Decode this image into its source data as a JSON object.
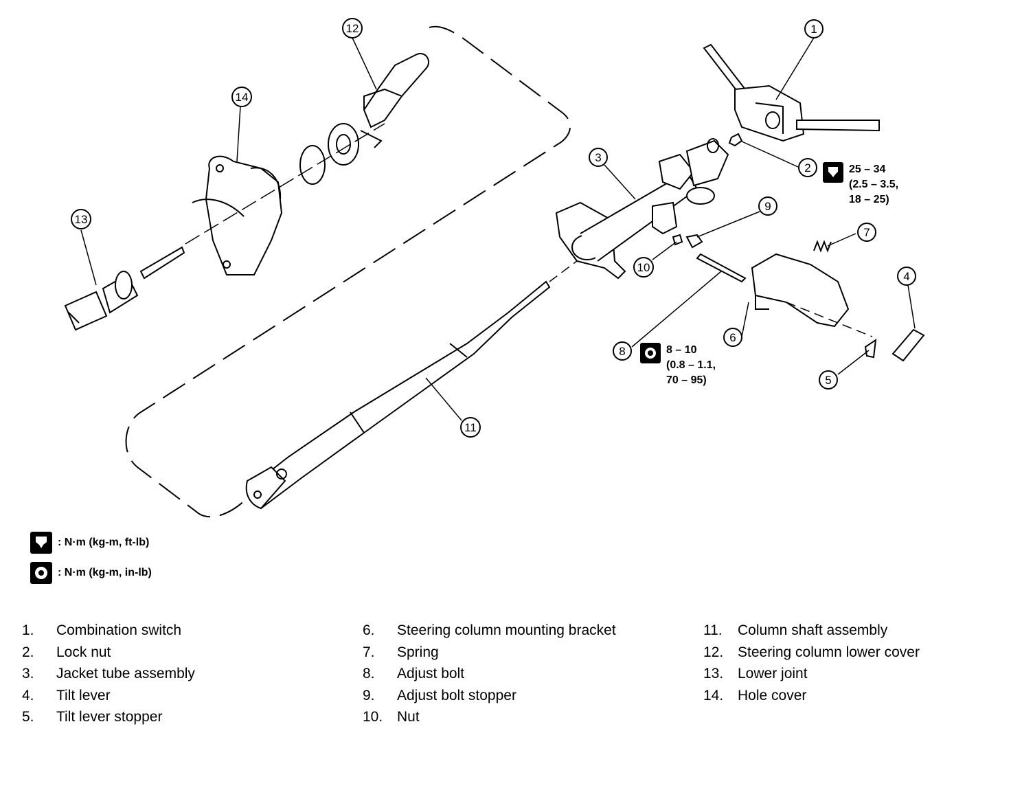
{
  "callouts": [
    "1",
    "2",
    "3",
    "4",
    "5",
    "6",
    "7",
    "8",
    "9",
    "10",
    "11",
    "12",
    "13",
    "14"
  ],
  "torque_nut": {
    "lines": [
      "25 – 34",
      "(2.5 – 3.5,",
      "18 – 25)"
    ]
  },
  "torque_bolt": {
    "lines": [
      "8 – 10",
      "(0.8 – 1.1,",
      "70 – 95)"
    ]
  },
  "legend": {
    "ft_lb": ": N·m (kg-m, ft-lb)",
    "in_lb": ": N·m (kg-m, in-lb)"
  },
  "parts": [
    {
      "num": "1.",
      "name": "Combination switch"
    },
    {
      "num": "2.",
      "name": "Lock nut"
    },
    {
      "num": "3.",
      "name": "Jacket tube assembly"
    },
    {
      "num": "4.",
      "name": "Tilt lever"
    },
    {
      "num": "5.",
      "name": "Tilt lever stopper"
    },
    {
      "num": "6.",
      "name": "Steering column mounting bracket"
    },
    {
      "num": "7.",
      "name": "Spring"
    },
    {
      "num": "8.",
      "name": "Adjust bolt"
    },
    {
      "num": "9.",
      "name": "Adjust bolt stopper"
    },
    {
      "num": "10.",
      "name": "Nut"
    },
    {
      "num": "11.",
      "name": "Column shaft assembly"
    },
    {
      "num": "12.",
      "name": "Steering column lower cover"
    },
    {
      "num": "13.",
      "name": "Lower joint"
    },
    {
      "num": "14.",
      "name": "Hole cover"
    }
  ]
}
